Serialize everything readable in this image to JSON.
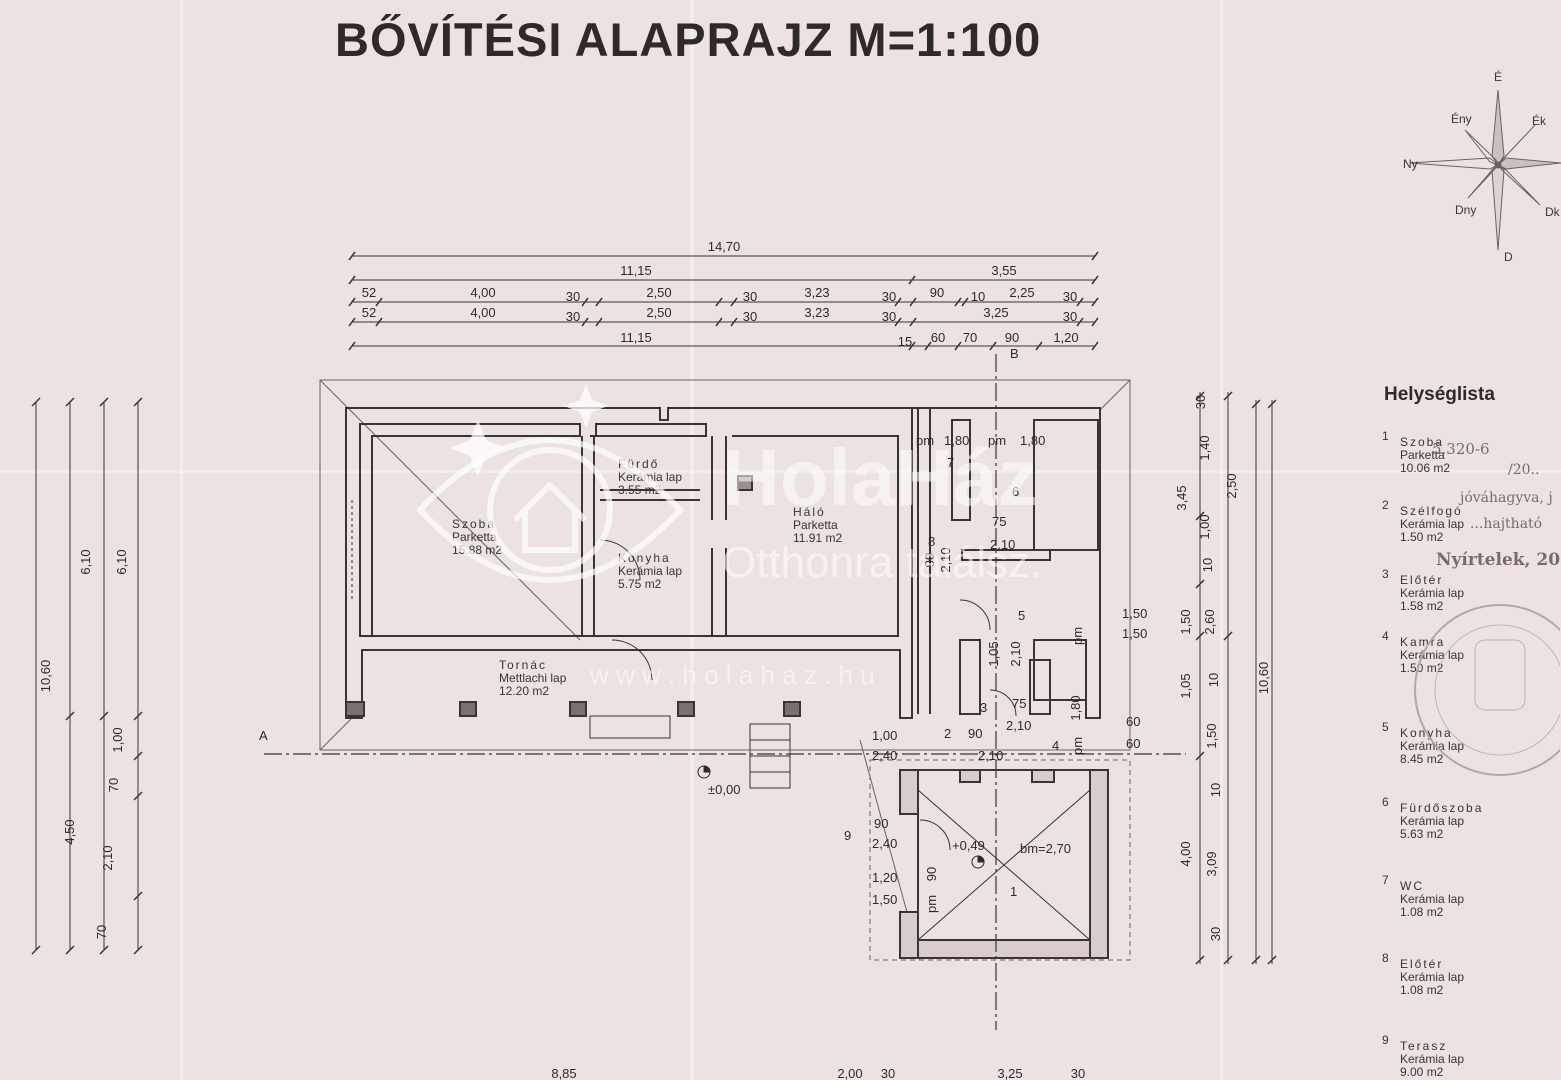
{
  "title": "BŐVÍTÉSI ALAPRAJZ M=1:100",
  "compass": {
    "n": "É",
    "ne": "Ék",
    "nw": "Ény",
    "w": "Ny",
    "sw": "Dny",
    "se": "Dk",
    "s": "D"
  },
  "legend": {
    "title": "Helységlista",
    "items": [
      {
        "num": "1",
        "name": "Szoba",
        "material": "Parketta",
        "area": "10.06 m2"
      },
      {
        "num": "2",
        "name": "Szélfogó",
        "material": "Kerámia lap",
        "area": "1.50 m2"
      },
      {
        "num": "3",
        "name": "Előtér",
        "material": "Kerámia lap",
        "area": "1.58 m2"
      },
      {
        "num": "4",
        "name": "Kamra",
        "material": "Kerámia lap",
        "area": "1.50 m2"
      },
      {
        "num": "5",
        "name": "Konyha",
        "material": "Kerámia lap",
        "area": "8.45 m2"
      },
      {
        "num": "6",
        "name": "Fürdőszoba",
        "material": "Kerámia lap",
        "area": "5.63 m2"
      },
      {
        "num": "7",
        "name": "WC",
        "material": "Kerámia lap",
        "area": "1.08 m2"
      },
      {
        "num": "8",
        "name": "Előtér",
        "material": "Kerámia lap",
        "area": "1.08 m2"
      },
      {
        "num": "9",
        "name": "Terasz",
        "material": "Kerámia lap",
        "area": "9.00 m2"
      }
    ]
  },
  "rooms": [
    {
      "name": "Szoba",
      "material": "Parketta",
      "area": "15.88 m2"
    },
    {
      "name": "Fürdő",
      "material": "Kerámia lap",
      "area": "3.55 m2"
    },
    {
      "name": "Konyha",
      "material": "Kerámia lap",
      "area": "5.75 m2"
    },
    {
      "name": "Háló",
      "material": "Parketta",
      "area": "11.91 m2"
    },
    {
      "name": "Tornác",
      "material": "Mettlachi lap",
      "area": "12.20 m2"
    }
  ],
  "dims": {
    "total": "14,70",
    "left_len": "11,15",
    "right_len": "3,55",
    "row1": [
      "52",
      "4,00",
      "30",
      "2,50",
      "30",
      "3,23",
      "30",
      "90",
      "10",
      "2,25",
      "30"
    ],
    "row2": [
      "52",
      "4,00",
      "30",
      "2,50",
      "30",
      "3,23",
      "30",
      "3,25",
      "30"
    ],
    "row3_left": "11,15",
    "row3_right": [
      "15",
      "60",
      "70",
      "90",
      "1,20"
    ],
    "left_total": "10,60",
    "left_a": "6,10",
    "left_b": "6,10",
    "left_c": "4,50",
    "left_d": [
      "1,00",
      "70",
      "2,10",
      "70"
    ],
    "right_total": "10,60",
    "right_col1": [
      "30",
      "1,40",
      "2,50",
      "3,45",
      "1,00",
      "10",
      "1,50",
      "2,60",
      "1,05",
      "10",
      "1,50",
      "10",
      "4,00",
      "3,09",
      "30"
    ],
    "bottom": [
      "8,85",
      "2,00",
      "30",
      "3,25",
      "30"
    ]
  },
  "ext_labels": {
    "pm1": "pm",
    "w1": "1,80",
    "pm2": "pm",
    "w2": "1,80",
    "n7": "7",
    "n6": "6",
    "n8": "8",
    "n5": "5",
    "n3": "3",
    "n2": "2",
    "n4": "4",
    "n1": "1",
    "n9": "9",
    "d75a": "75",
    "d75b": "75",
    "d210a": "2,10",
    "d210b": "2,10",
    "d210c": "2,10",
    "d210d": "2,10",
    "d210e": "2,10",
    "d90a": "90",
    "d90b": "90",
    "d90c": "90",
    "d90d": "90",
    "d150a": "1,50",
    "d150b": "1,50",
    "d150c": "1,50",
    "d60a": "60",
    "d60b": "60",
    "d100": "1,00",
    "d240a": "2,40",
    "d240b": "2,40",
    "d120": "1,20",
    "d105": "1,05",
    "d180": "1,80",
    "lvl0": "±0,00",
    "lvl049": "+0,49",
    "bm": "bm=2,70",
    "pm3": "pm",
    "pm4": "pm",
    "pm5": "pm",
    "secB": "B",
    "secA": "A"
  },
  "handwriting": [
    "5.320-6",
    "jóváhagyva, j",
    "...hajtható",
    "Nyírtelek, 20..",
    "/20.."
  ],
  "watermark": {
    "brand": "HolaHáz",
    "slogan": "Otthonra találsz.",
    "url": "w w w . h o l a h a z . h u"
  }
}
